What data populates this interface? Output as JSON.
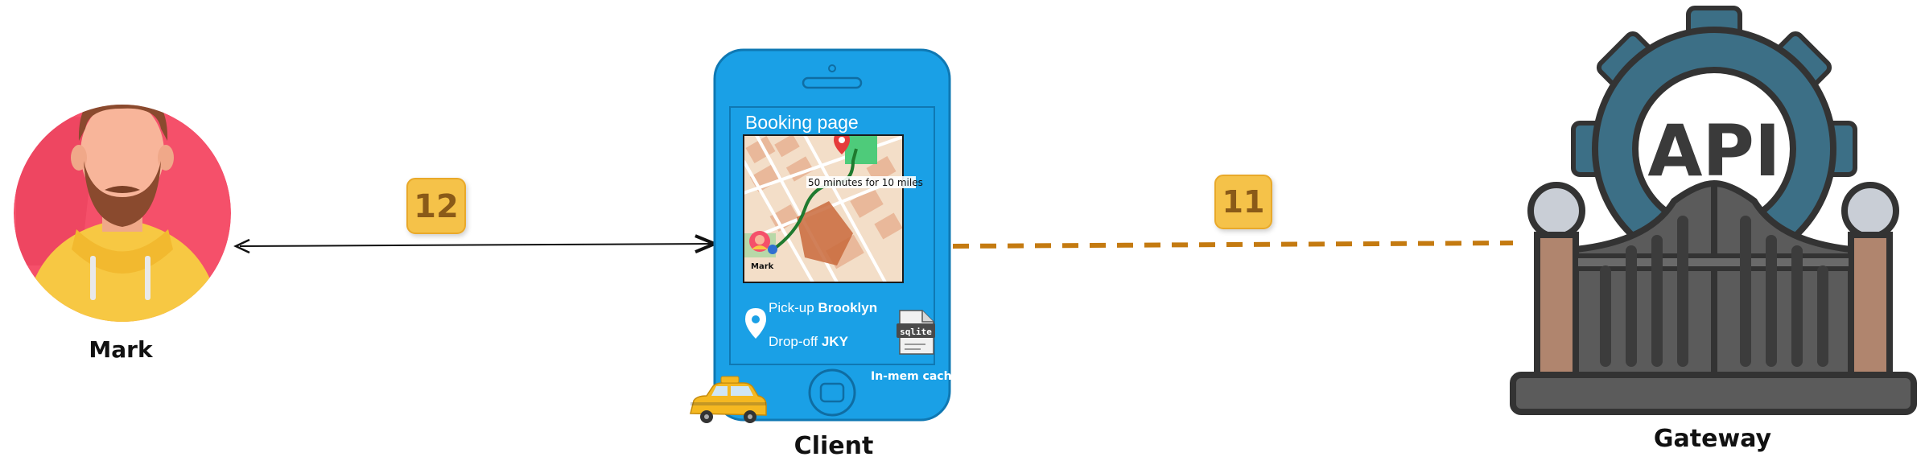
{
  "nodes": {
    "user": {
      "label": "Mark"
    },
    "client": {
      "label": "Client"
    },
    "gateway": {
      "label": "Gateway",
      "logo_text": "API"
    }
  },
  "steps": {
    "step_12": {
      "number": "12"
    },
    "step_11": {
      "number": "11"
    }
  },
  "phone": {
    "screen_title": "Booking page",
    "map_caption": "50 minutes for 10 miles",
    "map_avatar_label": "Mark",
    "pickup_label": "Pick-up",
    "pickup_value": "Brooklyn",
    "dropoff_label": "Drop-off",
    "dropoff_value": "JKY",
    "cache_icon_text": "sqlite",
    "cache_label": "In-mem cache"
  },
  "colors": {
    "phone_body": "#1aa0e6",
    "arrow_request": "#c47a10",
    "arrow_response": "#111111",
    "badge": "#f5c24a",
    "gateway_gear": "#3c6f86",
    "gateway_iron": "#414141"
  },
  "icons": {
    "user": "person-avatar-icon",
    "taxi": "taxi-icon",
    "cache": "sqlite-file-icon",
    "pin": "location-pin-icon"
  }
}
